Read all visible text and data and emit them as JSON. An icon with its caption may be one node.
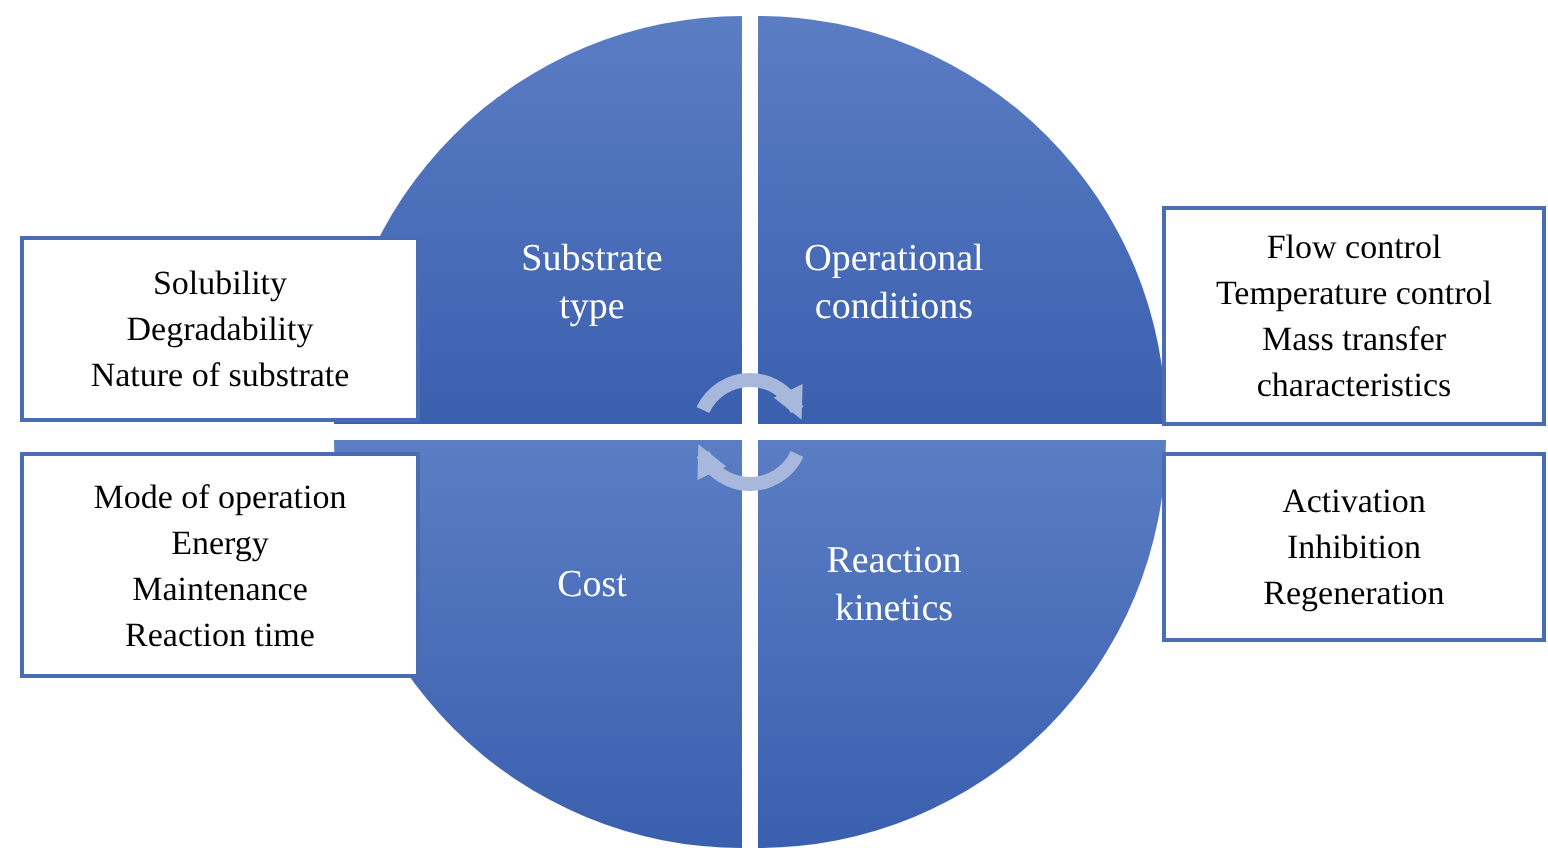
{
  "diagram": {
    "nodes": [
      {
        "text": [
          "Substrate type"
        ]
      },
      {
        "text": [
          "Operational conditions"
        ]
      },
      {
        "text": [
          "Cost"
        ]
      },
      {
        "text": [
          "Reaction kinetics"
        ]
      },
      {
        "text": [
          "Solubility",
          "Degradability",
          "Nature of substrate"
        ]
      },
      {
        "text": [
          "Flow control",
          "Temperature control",
          "Mass transfer characteristics"
        ]
      },
      {
        "text": [
          "Mode of operation",
          "Energy",
          "Maintenance",
          "Reaction time"
        ]
      },
      {
        "text": [
          "Activation",
          "Inhibition",
          "Regeneration"
        ]
      }
    ],
    "edges": [
      {
        "from": 0,
        "to": 1,
        "arrow": "to"
      },
      {
        "from": 3,
        "to": 2,
        "arrow": "to"
      }
    ]
  }
}
